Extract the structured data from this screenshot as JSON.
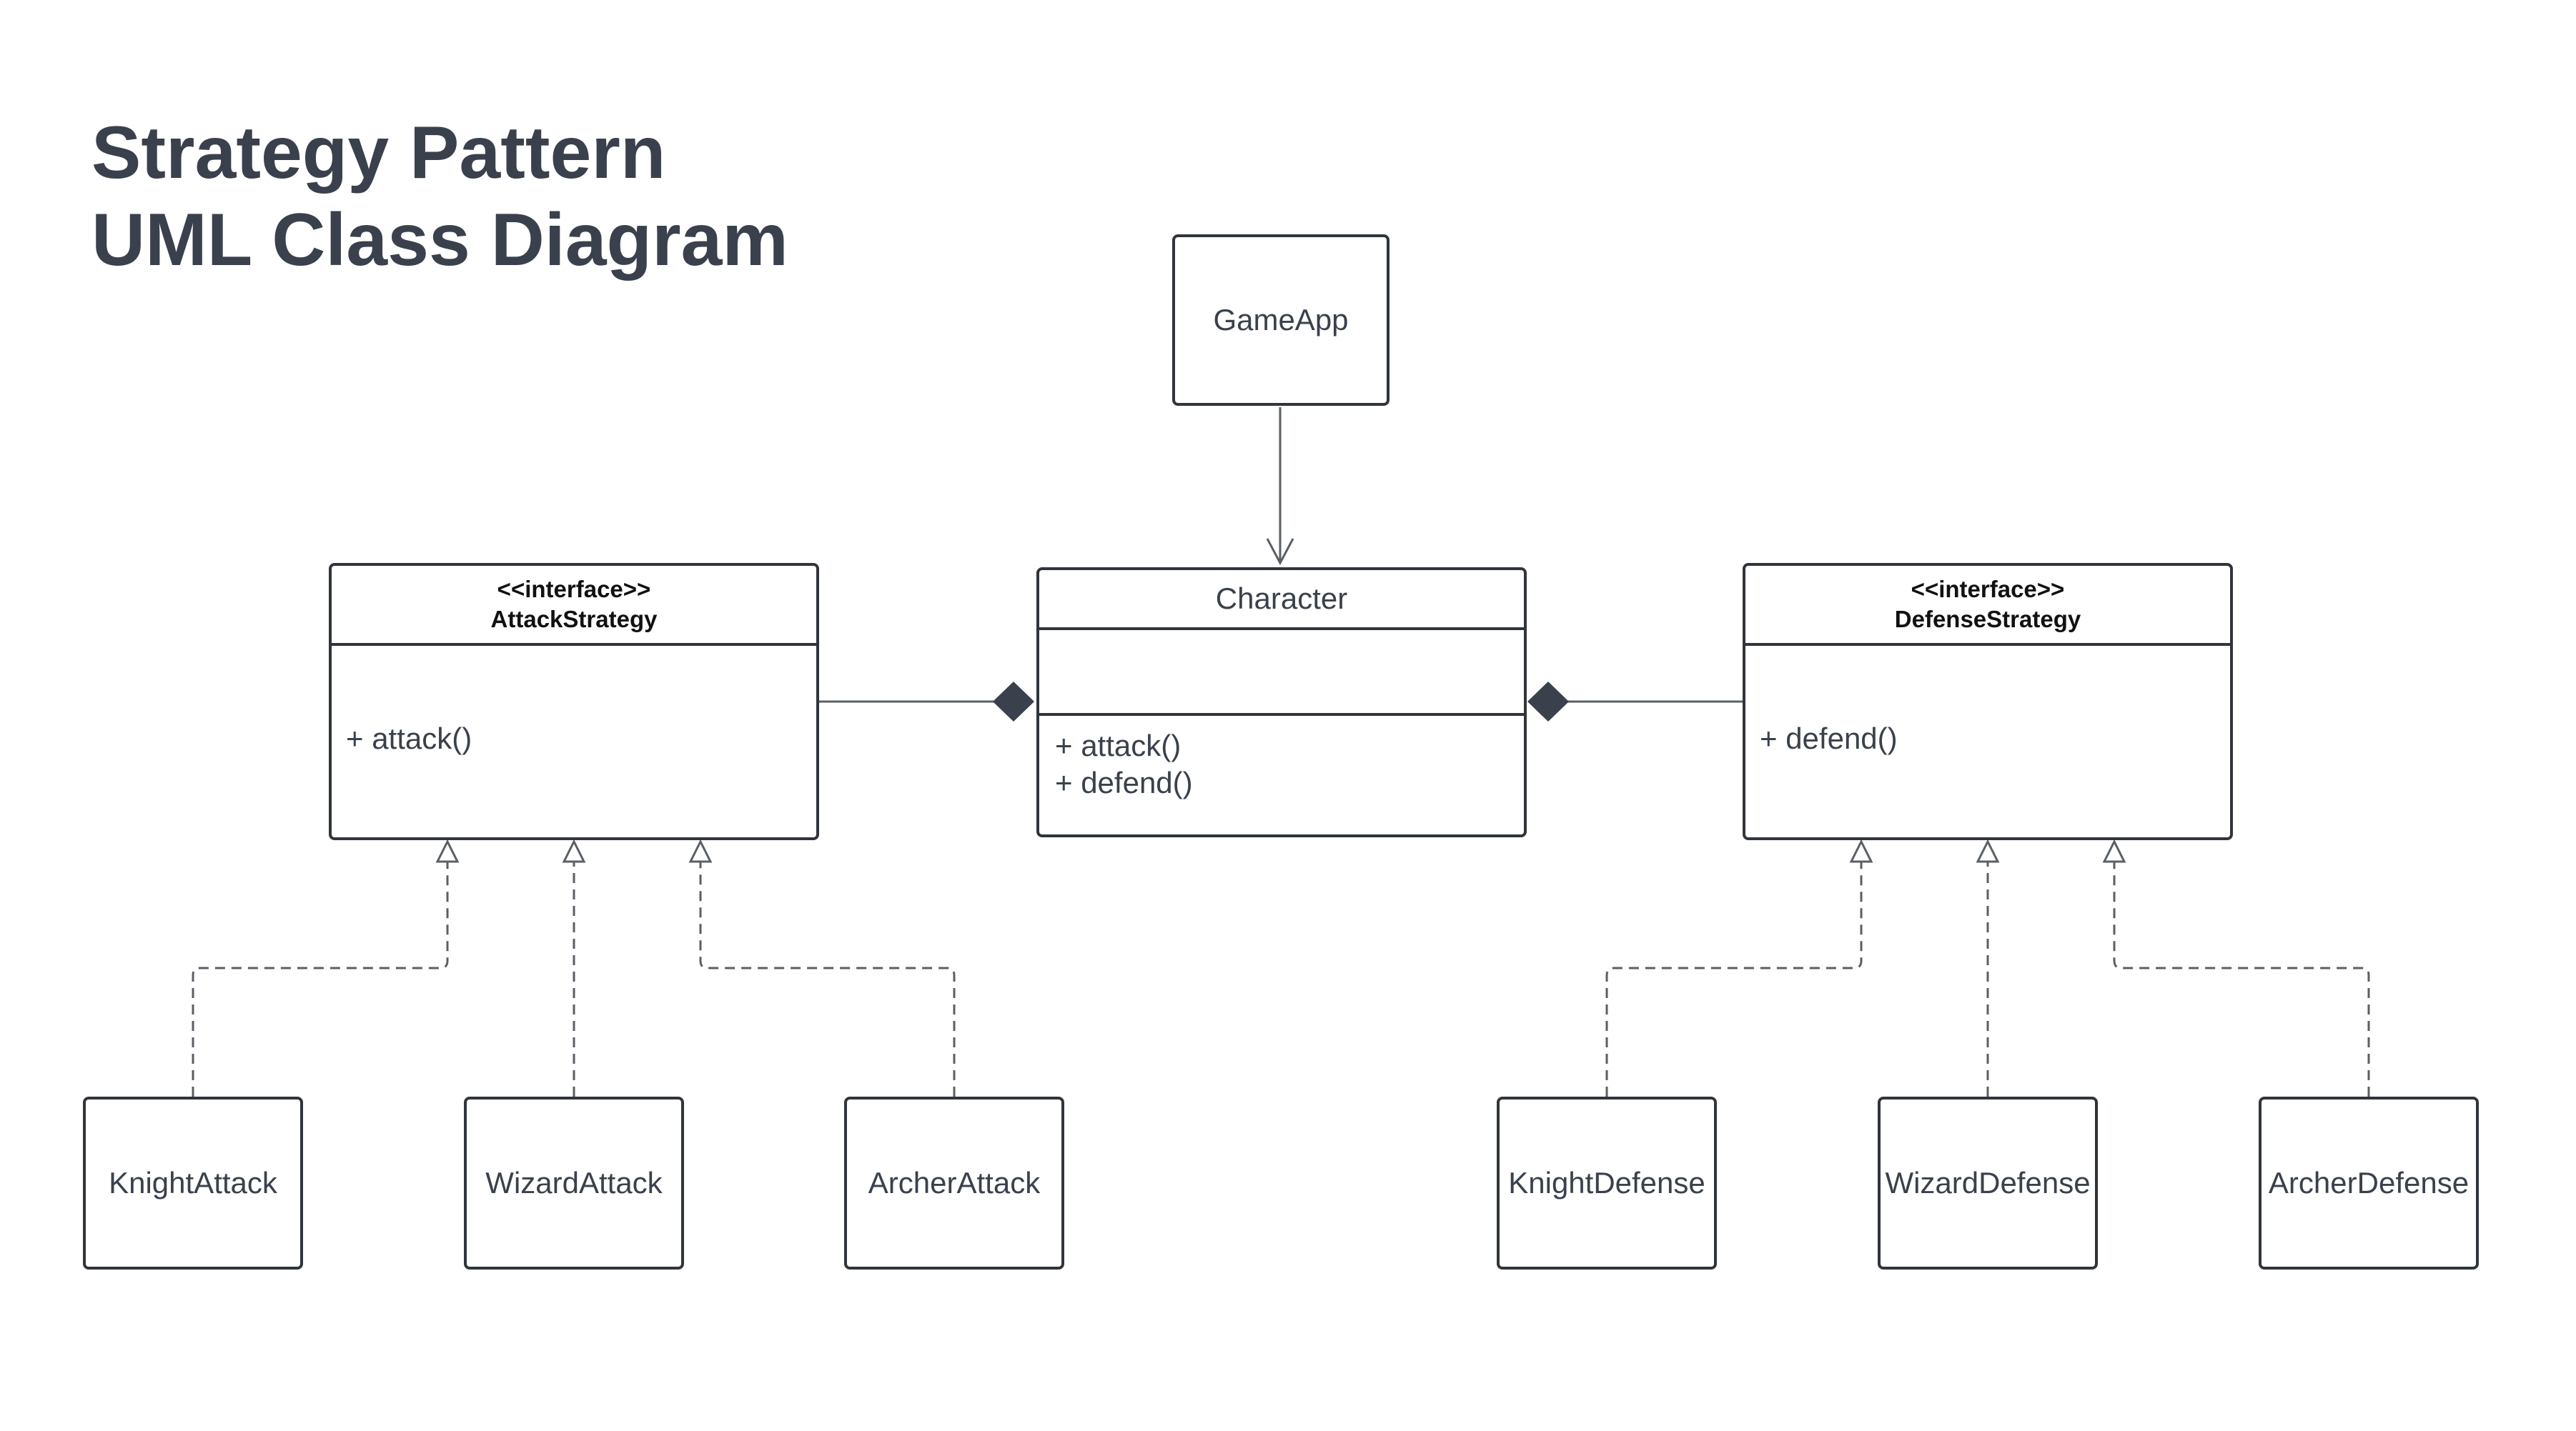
{
  "title": {
    "line1": "Strategy Pattern",
    "line2": "UML Class Diagram"
  },
  "classes": {
    "game_app": {
      "name": "GameApp"
    },
    "character": {
      "name": "Character",
      "operations": [
        "+ attack()",
        "+ defend()"
      ]
    },
    "attack_strategy": {
      "stereotype": "<<interface>>",
      "name": "AttackStrategy",
      "operations": [
        "+ attack()"
      ]
    },
    "defense_strategy": {
      "stereotype": "<<interface>>",
      "name": "DefenseStrategy",
      "operations": [
        "+ defend()"
      ]
    },
    "knight_attack": {
      "name": "KnightAttack"
    },
    "wizard_attack": {
      "name": "WizardAttack"
    },
    "archer_attack": {
      "name": "ArcherAttack"
    },
    "knight_defense": {
      "name": "KnightDefense"
    },
    "wizard_defense": {
      "name": "WizardDefense"
    },
    "archer_defense": {
      "name": "ArcherDefense"
    }
  },
  "relationships": [
    {
      "type": "association",
      "from": "GameApp",
      "to": "Character"
    },
    {
      "type": "composition",
      "whole": "Character",
      "part": "AttackStrategy"
    },
    {
      "type": "composition",
      "whole": "Character",
      "part": "DefenseStrategy"
    },
    {
      "type": "realization",
      "from": "KnightAttack",
      "to": "AttackStrategy"
    },
    {
      "type": "realization",
      "from": "WizardAttack",
      "to": "AttackStrategy"
    },
    {
      "type": "realization",
      "from": "ArcherAttack",
      "to": "AttackStrategy"
    },
    {
      "type": "realization",
      "from": "KnightDefense",
      "to": "DefenseStrategy"
    },
    {
      "type": "realization",
      "from": "WizardDefense",
      "to": "DefenseStrategy"
    },
    {
      "type": "realization",
      "from": "ArcherDefense",
      "to": "DefenseStrategy"
    }
  ],
  "colors": {
    "text": "#3a414c",
    "border": "#30343b",
    "connector": "#5a5f66",
    "diamond": "#3a414c"
  }
}
